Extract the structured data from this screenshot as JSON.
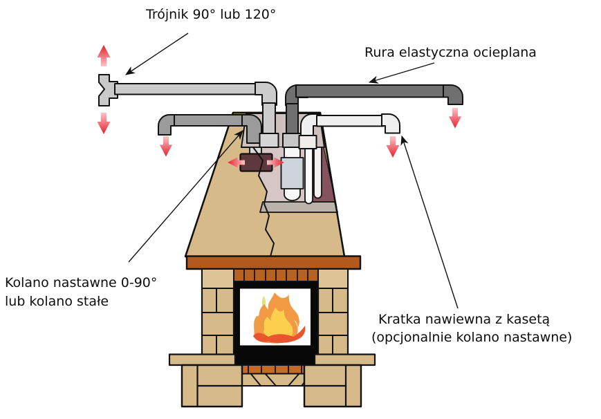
{
  "labels": {
    "trojnik": {
      "text": "Trójnik 90° lub 120°",
      "points_to": "tee-fitting"
    },
    "rura": {
      "text": "Rura elastyczna ocieplana",
      "points_to": "insulated-flex-pipe"
    },
    "kolano": {
      "line1": "Kolano nastawne 0-90°",
      "line2": "lub kolano stałe",
      "points_to": "adjustable-elbow"
    },
    "kratka": {
      "line1": "Kratka nawiewna z kasetą",
      "line2": "(opcjonalnie kolano nastawne)",
      "points_to": "inlet-grille-elbow"
    }
  },
  "flow_arrows": [
    {
      "id": "above-tee",
      "direction": "up"
    },
    {
      "id": "below-tee",
      "direction": "down"
    },
    {
      "id": "below-left-elbow",
      "direction": "down"
    },
    {
      "id": "below-right-dark-elbow",
      "direction": "down"
    },
    {
      "id": "below-right-white-elbow",
      "direction": "down"
    },
    {
      "id": "fan-box-left",
      "direction": "left"
    },
    {
      "id": "fan-box-right",
      "direction": "right"
    }
  ],
  "colors": {
    "tan": "#d6ba8a",
    "tan_light": "#dcc497",
    "mantel_brown": "#b2591d",
    "dentil_brown": "#b46325",
    "hearth_brick_orange": "#c06a2b",
    "pipe_light_gray": "#cccccc",
    "pipe_medium_gray": "#9b9b9b",
    "pipe_dark_gray": "#707070",
    "pipe_white": "#f0f0f0",
    "hood_interior_pink": "#d6c6c6",
    "hood_interior_maroon": "#84535e",
    "hood_top_plate": "#cfc0c0",
    "hood_floor_gray": "#b9b3a9",
    "fan_box_maroon": "#5d393d",
    "sleeve_gray": "#cdd3da",
    "flow_arrow_red": "#e3242e",
    "flame_orange": "#f29a43",
    "flame_yellow": "#fcd04e",
    "flame_red": "#e8552f",
    "spark_green": "#dde27d",
    "outline_black": "#111111"
  }
}
